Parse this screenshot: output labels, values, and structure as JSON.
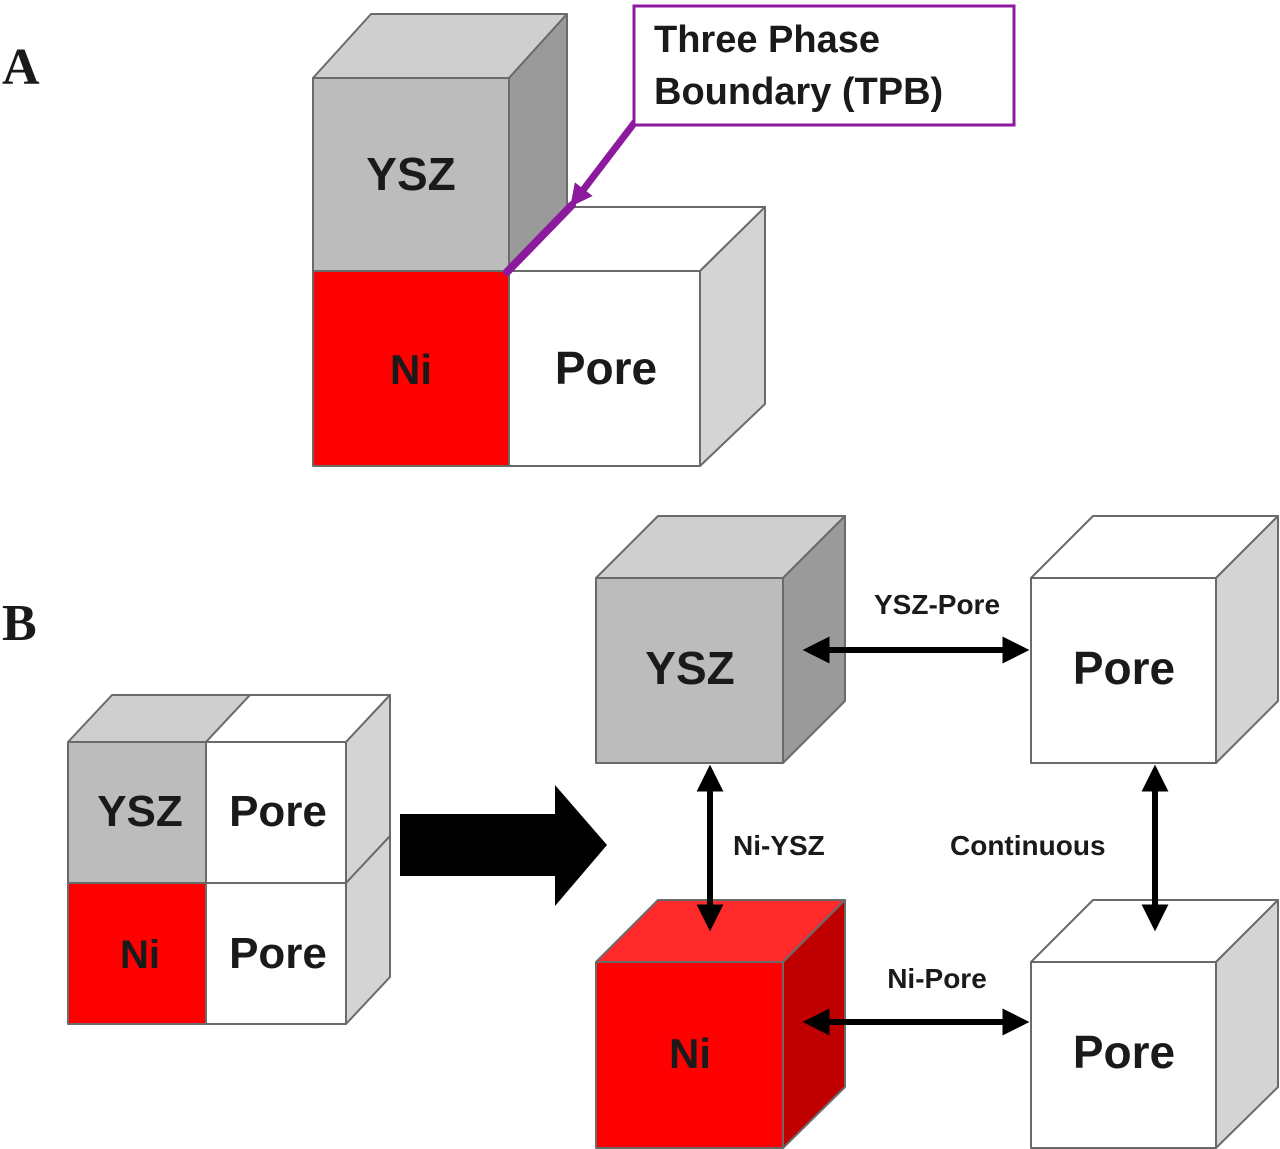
{
  "panel_a": {
    "label": "A",
    "cube_ysz": "YSZ",
    "cube_ni": "Ni",
    "cube_pore": "Pore",
    "callout_line1": "Three Phase",
    "callout_line2": "Boundary (TPB)"
  },
  "panel_b": {
    "label": "B",
    "composite": {
      "ysz": "YSZ",
      "pore_top": "Pore",
      "ni": "Ni",
      "pore_bottom": "Pore"
    },
    "nodes": {
      "ysz": "YSZ",
      "pore_top": "Pore",
      "ni": "Ni",
      "pore_bottom": "Pore"
    },
    "edges": {
      "ysz_pore": "YSZ-Pore",
      "ni_ysz": "Ni-YSZ",
      "continuous": "Continuous",
      "ni_pore": "Ni-Pore"
    }
  },
  "colors": {
    "ysz_front": "#bcbcbc",
    "ysz_top": "#cfcfcf",
    "ysz_side": "#9a9a9a",
    "ni_front": "#ff0000",
    "ni_top": "#ff2a2a",
    "ni_side": "#c00000",
    "pore_front": "#ffffff",
    "pore_top": "#ffffff",
    "pore_side": "#d4d4d4",
    "tpb_accent": "#8b1a9c"
  }
}
